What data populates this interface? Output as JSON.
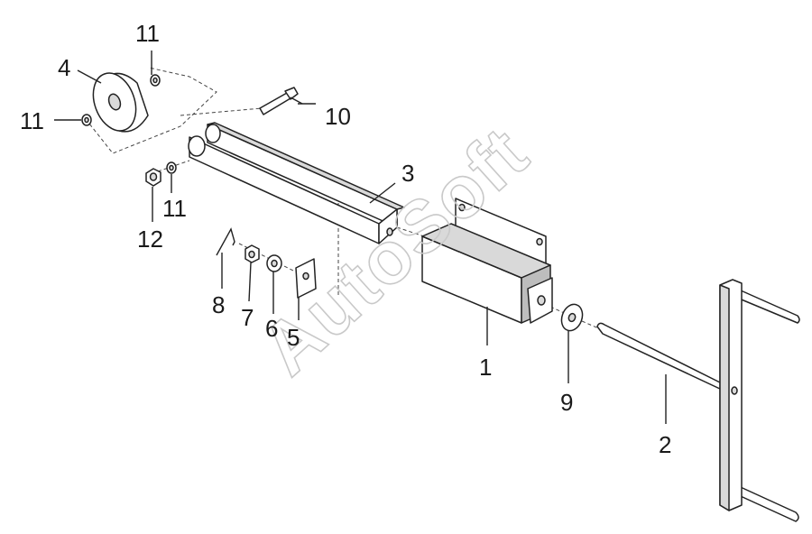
{
  "watermark": "AutoSoft",
  "callouts": [
    {
      "id": "1",
      "text": "1"
    },
    {
      "id": "2",
      "text": "2"
    },
    {
      "id": "3",
      "text": "3"
    },
    {
      "id": "4",
      "text": "4"
    },
    {
      "id": "5",
      "text": "5"
    },
    {
      "id": "6",
      "text": "6"
    },
    {
      "id": "7",
      "text": "7"
    },
    {
      "id": "8",
      "text": "8"
    },
    {
      "id": "9",
      "text": "9"
    },
    {
      "id": "10",
      "text": "10"
    },
    {
      "id": "11a",
      "text": "11"
    },
    {
      "id": "11b",
      "text": "11"
    },
    {
      "id": "11c",
      "text": "11"
    },
    {
      "id": "12",
      "text": "12"
    }
  ]
}
